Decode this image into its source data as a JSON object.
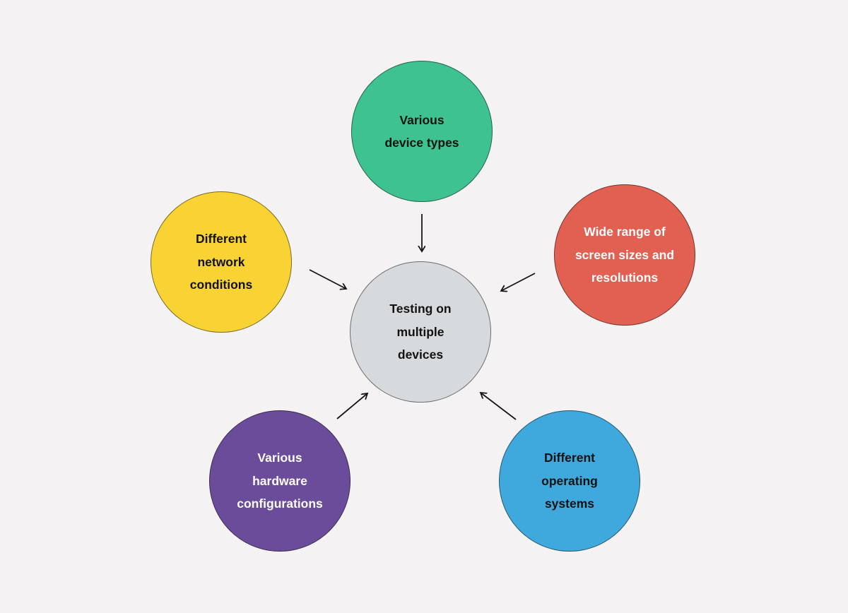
{
  "diagram": {
    "title": "Testing on multiple devices diagram",
    "background_color": "#f4f2f2",
    "arrow_color": "#161616",
    "center_node": {
      "id": "testing-on-multiple-devices",
      "label": "Testing on\nmultiple\ndevices",
      "fill": "#d6dadd",
      "text_color": "#121212"
    },
    "nodes": {
      "top": {
        "id": "various-device-types",
        "label": "Various\ndevice types",
        "fill": "#3ec28f",
        "text_color": "#121212"
      },
      "left": {
        "id": "different-network-conditions",
        "label": "Different\nnetwork\nconditions",
        "fill": "#f9d233",
        "text_color": "#121212"
      },
      "right": {
        "id": "wide-range-of-screen-sizes-and-resolutions",
        "label": "Wide range of\nscreen sizes and\nresolutions",
        "fill": "#e26051",
        "text_color": "#ffffff"
      },
      "bottom_left": {
        "id": "various-hardware-configurations",
        "label": "Various\nhardware\nconfigurations",
        "fill": "#6a4c9b",
        "text_color": "#ffffff"
      },
      "bottom_right": {
        "id": "different-operating-systems",
        "label": "Different\noperating\nsystems",
        "fill": "#3fa8dc",
        "text_color": "#121212"
      }
    }
  }
}
